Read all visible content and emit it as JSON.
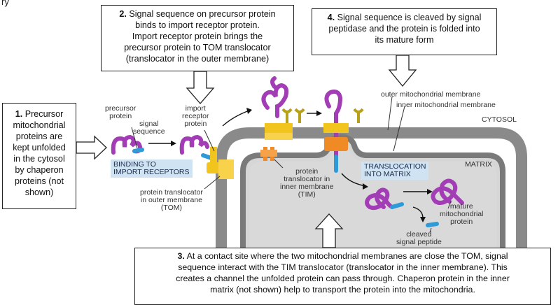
{
  "top_left_title": "ry",
  "step1": {
    "number": "1.",
    "text_lines": [
      " Precursor",
      "mitochondrial",
      "proteins are",
      "kept unfolded",
      "in the cytosol",
      "by chaperon",
      "proteins (not",
      "shown)"
    ]
  },
  "step2": {
    "number": "2.",
    "text_lines": [
      " Signal sequence on precursor protein",
      "binds to import receptor protein.",
      "Import receptor protein brings the",
      "precursor protein to TOM translocator",
      "(translocator in the outer membrane)"
    ]
  },
  "step3": {
    "number": "3.",
    "text_lines": [
      " At a contact site where the two mitochondrial membranes are close the TOM, signal",
      "sequence interact with the TIM translocator (translocator in the inner membrane). This",
      "creates a channel the unfolded protein can pass through. Chaperon protein in the inner",
      "matrix (not shown) help to transport the protein into the mitochondria."
    ]
  },
  "step4": {
    "number": "4.",
    "text_lines": [
      " Signal sequence is cleaved by signal",
      "peptidase and the protein is folded into",
      "its mature form"
    ]
  },
  "labels": {
    "precursor_protein": [
      "precursor",
      "protein"
    ],
    "signal_sequence": [
      "signal",
      "sequence"
    ],
    "import_receptor": [
      "import",
      "receptor",
      "protein"
    ],
    "binding_tag": [
      "BINDING TO",
      "IMPORT RECEPTORS"
    ],
    "tom_label": [
      "protein translocator",
      "in outer membrane",
      "(TOM)"
    ],
    "tim_label": [
      "protein",
      "translocator in",
      "inner membrane",
      "(TIM)"
    ],
    "outer_membrane": "outer mitochondrial membrane",
    "inner_membrane": "inner mitochondrial membrane",
    "cytosol": "CYTOSOL",
    "matrix": "MATRIX",
    "translocation_tag": [
      "TRANSLOCATION",
      "INTO MATRIX"
    ],
    "mature_protein": [
      "mature",
      "mitochondrial",
      "protein"
    ],
    "cleaved_peptide": [
      "cleaved",
      "signal peptide"
    ]
  },
  "colors": {
    "protein": "#a23db5",
    "signal": "#2e9ad8",
    "receptor": "#f2c41e",
    "tim": "#f08a24",
    "membrane_outer": "#7a7a7a",
    "membrane_fill": "#d8d8d8",
    "tag_fill": "#cfe3f2",
    "arrow_fill": "#ffffff"
  }
}
